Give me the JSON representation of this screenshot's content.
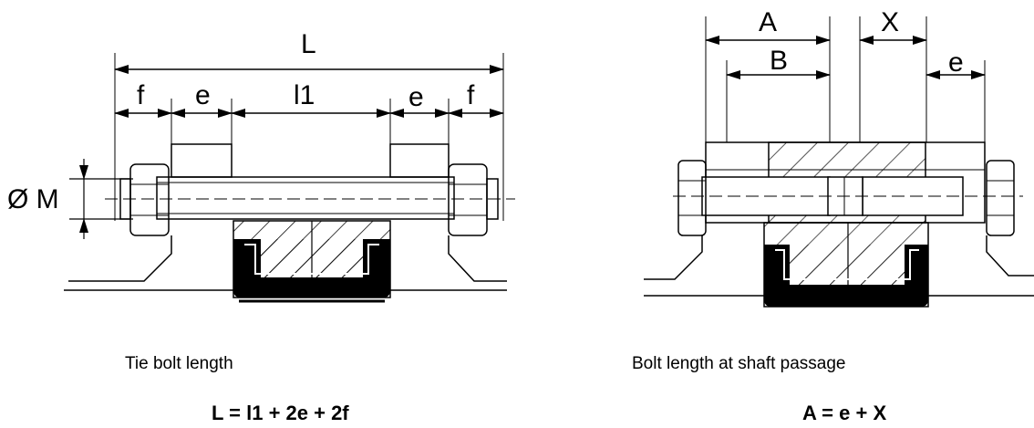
{
  "left_figure": {
    "labels": {
      "L": "L",
      "f_left": "f",
      "e_left": "e",
      "l1": "l1",
      "e_right": "e",
      "f_right": "f",
      "diameter": "Ø M"
    },
    "caption": "Tie bolt length",
    "formula": "L = l1 + 2e + 2f"
  },
  "right_figure": {
    "labels": {
      "A": "A",
      "X": "X",
      "B": "B",
      "e": "e"
    },
    "caption": "Bolt length at shaft passage",
    "formula": "A = e + X"
  }
}
